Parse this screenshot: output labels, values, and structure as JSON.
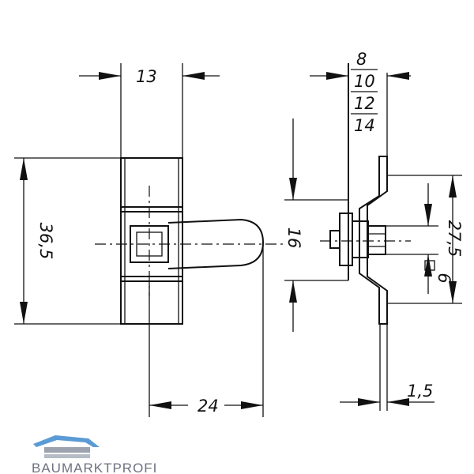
{
  "dimensions": {
    "width_13": "13",
    "height_36_5": "36,5",
    "length_24": "24",
    "thickness_8": "8",
    "thickness_10": "10",
    "thickness_12": "12",
    "thickness_14": "14",
    "offset_16": "16",
    "height_27_5": "27,5",
    "square_6": "6",
    "sheet_1_5": "1,5"
  },
  "logo": {
    "brand": "BAUMARKTPROFI",
    "colors": {
      "roof": "#5b9bd5",
      "text": "#6b7280"
    }
  }
}
